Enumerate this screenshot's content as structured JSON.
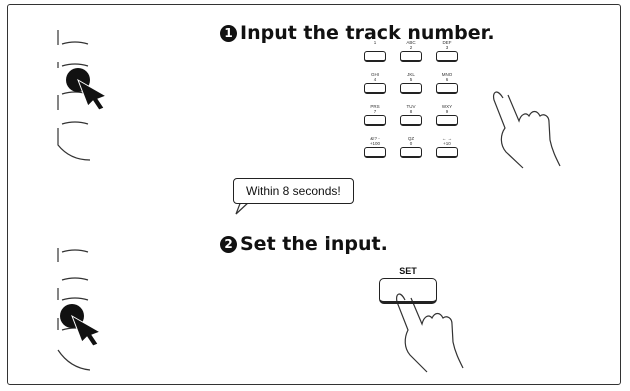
{
  "step1": {
    "number": "1",
    "title": "Input the track number."
  },
  "step2": {
    "number": "2",
    "title": "Set the input."
  },
  "bubble": {
    "text": "Within 8 seconds!"
  },
  "keypad": {
    "keys": [
      {
        "label": "1",
        "row": 0,
        "col": 0
      },
      {
        "label": "ABC\n2",
        "row": 0,
        "col": 1
      },
      {
        "label": "DEF\n3",
        "row": 0,
        "col": 2
      },
      {
        "label": "GHI\n4",
        "row": 1,
        "col": 0
      },
      {
        "label": "JKL\n5",
        "row": 1,
        "col": 1
      },
      {
        "label": "MNO\n6",
        "row": 1,
        "col": 2
      },
      {
        "label": "PRS\n7",
        "row": 2,
        "col": 0
      },
      {
        "label": "TUV\n8",
        "row": 2,
        "col": 1
      },
      {
        "label": "WXY\n9",
        "row": 2,
        "col": 2
      },
      {
        "label": "&!? -\n+100",
        "row": 3,
        "col": 0
      },
      {
        "label": "QZ\n0",
        "row": 3,
        "col": 1
      },
      {
        "label": "← →\n+10",
        "row": 3,
        "col": 2
      }
    ]
  },
  "set_key": {
    "label": "SET"
  }
}
